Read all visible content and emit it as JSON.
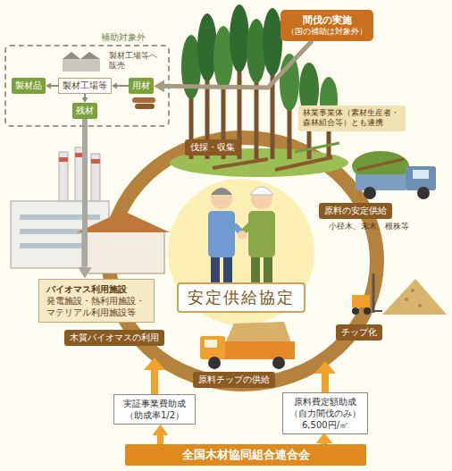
{
  "diagram": {
    "nodes": [
      {
        "text": [
          "補助対象外"
        ]
      },
      {
        "text": [
          "製材品"
        ],
        "in": 0
      },
      {
        "text": [
          "製材工場等"
        ],
        "in": 0
      },
      {
        "text": [
          "用材"
        ],
        "in": 0
      },
      {
        "text": [
          "残材"
        ],
        "in": 0
      },
      {
        "text": [
          "間伐の実施",
          "（国の補助は対象外）"
        ]
      },
      {
        "text": [
          "林業事業体（素材生産者・森林組合等）とも連携"
        ]
      },
      {
        "text": [
          "伐採・収集"
        ]
      },
      {
        "text": [
          "原料の安定供給"
        ]
      },
      {
        "text": [
          "チップ化"
        ]
      },
      {
        "text": [
          "安定供給協定"
        ]
      },
      {
        "text": [
          "バイオマス利用施設",
          "発電施設・熱利用施設・マテリアル利用施設等"
        ]
      },
      {
        "text": [
          "木質バイオマスの利用"
        ]
      },
      {
        "text": [
          "原料チップの供給"
        ]
      },
      {
        "text": [
          "実証事業費助成 （助成率1/2）"
        ]
      },
      {
        "text": [
          "原料費定額助成 （自力間伐のみ）",
          "6,500円/㎥"
        ]
      },
      {
        "text": [
          "全国木材協同組合連合会"
        ]
      }
    ],
    "edges": [
      {
        "from": 3,
        "to": 2,
        "arrow": "to"
      },
      {
        "from": 2,
        "to": 1,
        "arrow": "to"
      },
      {
        "from": 2,
        "to": 4,
        "arrow": "to"
      },
      {
        "from": 4,
        "to": 11,
        "arrow": "to"
      },
      {
        "from": 5,
        "to": 3,
        "arrow": "to"
      },
      {
        "from": 16,
        "to": 14,
        "arrow": "to"
      },
      {
        "from": 16,
        "to": 15,
        "arrow": "to"
      }
    ],
    "labels": [
      "製材工場等へ販売",
      "小径木、末木、根株等"
    ]
  }
}
